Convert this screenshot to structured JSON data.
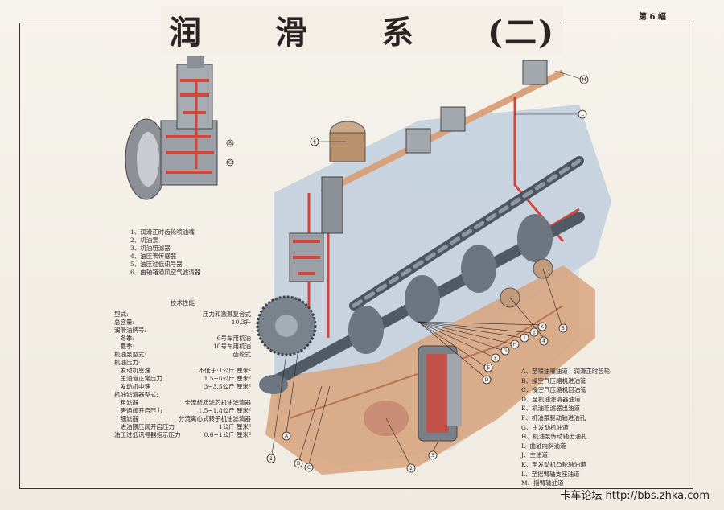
{
  "header": {
    "title_chars": [
      "润",
      "滑",
      "系",
      "(二)"
    ],
    "sheet_number": "第 6 幅"
  },
  "parts_list": [
    "1、润滑正时齿轮喷油嘴",
    "2、机油泵",
    "3、机油粗滤器",
    "4、油压表传感器",
    "5、油压过低讯号器",
    "6、曲轴箱通风空气滤清器"
  ],
  "spec": {
    "heading": "技术性能",
    "rows": [
      {
        "k": "型式:",
        "v": "压力和激溅复合式"
      },
      {
        "k": "总容量:",
        "v": "10.3升"
      },
      {
        "k": "润滑油牌号:",
        "v": ""
      },
      {
        "k": "　冬季:",
        "v": "6号车用机油"
      },
      {
        "k": "　夏季:",
        "v": "10号车用机油"
      },
      {
        "k": "机油泵型式:",
        "v": "齿轮式"
      },
      {
        "k": "机油压力:",
        "v": ""
      },
      {
        "k": "　发动机怠速",
        "v": "不低于:1公斤 厘米²"
      },
      {
        "k": "　主油道正常压力",
        "v": "1.5~6公斤 厘米²"
      },
      {
        "k": "　发动机中速",
        "v": "3~3.5公斤 厘米²"
      },
      {
        "k": "机油滤清器型式:",
        "v": ""
      },
      {
        "k": "　粗滤器",
        "v": "全流纸质滤芯机油滤清器"
      },
      {
        "k": "　旁通阀开启压力",
        "v": "1.5~1.8公斤 厘米²"
      },
      {
        "k": "　细滤器",
        "v": "分流离心式转子机油滤清器"
      },
      {
        "k": "　进油限压阀开启压力",
        "v": "1公斤 厘米²"
      },
      {
        "k": "油压过低讯号器指示压力",
        "v": "0.6~1公斤 厘米²"
      }
    ]
  },
  "legend": [
    "A、至喷油嘴油道—润滑正时齿轮",
    "B、操空气压缩机进油管",
    "C、操空气压缩机回油管",
    "D、至机油滤清器油道",
    "E、机油粗滤器出油道",
    "F、机油泵驱动轴进油孔",
    "G、主发动机油道",
    "H、机油泵传动轴出油孔",
    "I、曲轴内斜油道",
    "J、主油道",
    "K、至发动机凸轮轴油道",
    "L、至摇臂轴支座油道",
    "M、摇臂轴油道"
  ],
  "callouts": {
    "big": [
      "A",
      "B",
      "C",
      "D",
      "E",
      "F",
      "G",
      "H",
      "I",
      "J",
      "K",
      "L",
      "M"
    ],
    "numbered": [
      "1",
      "2",
      "3",
      "4",
      "5",
      "6"
    ],
    "inset": [
      "B",
      "C"
    ]
  },
  "footer": {
    "watermark": "卡车论坛 http://bbs.zhka.com"
  },
  "colors": {
    "oil": "#d4453a",
    "oil_pan": "#d8a37c",
    "engine_glass": "#b9c9dc",
    "metal": "#6d7680"
  }
}
